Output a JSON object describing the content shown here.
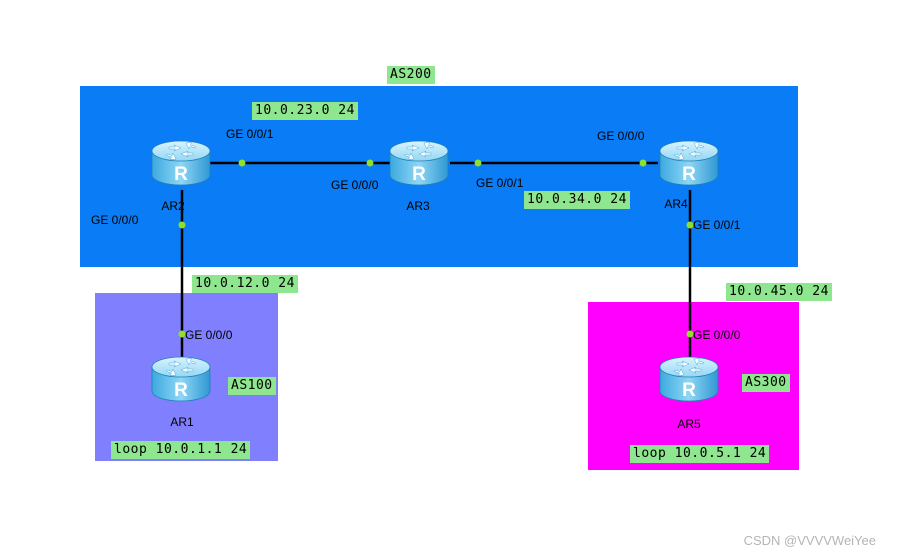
{
  "zones": {
    "as200": {
      "label": "AS200",
      "color": "#0a7cf5"
    },
    "as100": {
      "label": "AS100",
      "color": "#8080ff"
    },
    "as300": {
      "label": "AS300",
      "color": "#ff00ff"
    }
  },
  "routers": {
    "ar1": {
      "name": "AR1"
    },
    "ar2": {
      "name": "AR2"
    },
    "ar3": {
      "name": "AR3"
    },
    "ar4": {
      "name": "AR4"
    },
    "ar5": {
      "name": "AR5"
    }
  },
  "subnets": {
    "ar2_ar3": "10.0.23.0 24",
    "ar3_ar4": "10.0.34.0 24",
    "ar1_ar2": "10.0.12.0 24",
    "ar4_ar5": "10.0.45.0 24"
  },
  "loopbacks": {
    "ar1": "loop 10.0.1.1 24",
    "ar5": "loop 10.0.5.1 24"
  },
  "ports": {
    "ar2_to_ar3": "GE 0/0/1",
    "ar3_to_ar2": "GE 0/0/0",
    "ar3_to_ar4": "GE 0/0/1",
    "ar4_to_ar3": "GE 0/0/0",
    "ar2_to_ar1": "GE 0/0/0",
    "ar1_to_ar2": "GE 0/0/0",
    "ar4_to_ar5": "GE 0/0/1",
    "ar5_to_ar4": "GE 0/0/0"
  },
  "icon": "router-icon",
  "watermark": "CSDN @VVVVWeiYee"
}
